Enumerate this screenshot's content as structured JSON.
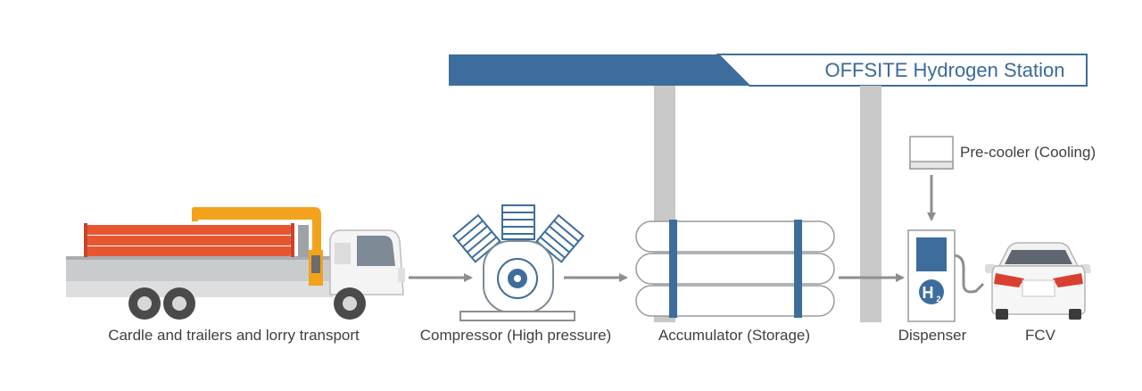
{
  "station": {
    "title": "OFFSITE Hydrogen Station"
  },
  "components": {
    "truck": {
      "label": "Cardle and trailers and lorry transport"
    },
    "compressor": {
      "label": "Compressor (High pressure)"
    },
    "accumulator": {
      "label": "Accumulator (Storage)"
    },
    "precooler": {
      "label": "Pre-cooler (Cooling)"
    },
    "dispenser": {
      "label": "Dispenser",
      "badge": "H",
      "badge_sub": "2"
    },
    "vehicle": {
      "label": "FCV"
    }
  },
  "colors": {
    "primary_blue": "#3d6d9c",
    "steel_gray": "#c8c8c8",
    "cylinder_red": "#e8562f",
    "crane_orange": "#f2a31b",
    "arrow_gray": "#8e8e8e",
    "car_red": "#d94030"
  }
}
